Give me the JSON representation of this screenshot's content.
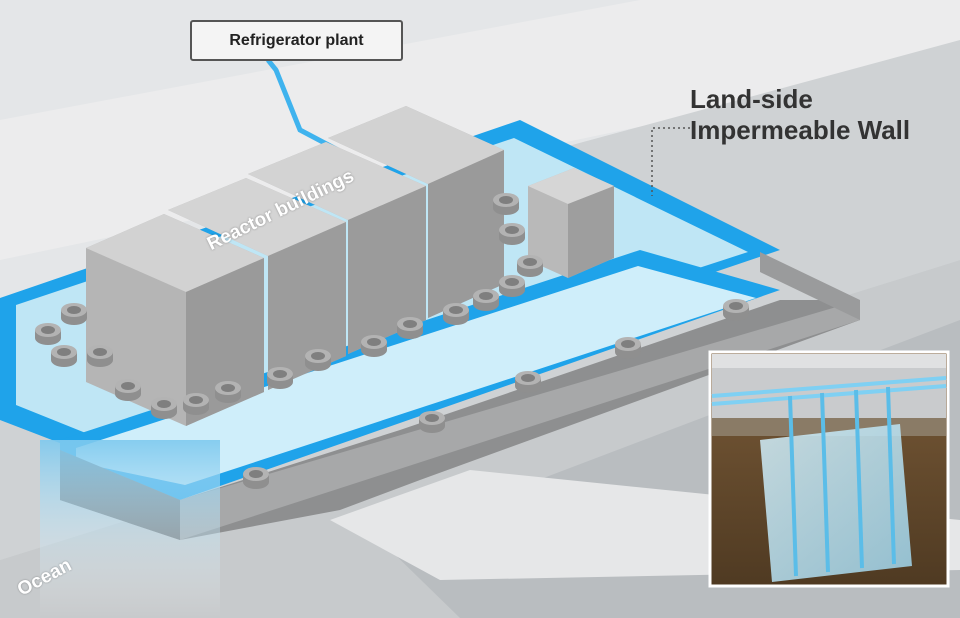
{
  "labels": {
    "refrigerator_plant": "Refrigerator plant",
    "wall_line1": "Land-side",
    "wall_line2": "Impermeable Wall",
    "reactor_buildings": "Reactor buildings",
    "ocean": "Ocean"
  },
  "colors": {
    "background": "#d9dcde",
    "wall_blue": "#1fa3ea",
    "frozen_water": "#bfe6f5",
    "building_gray": "#a9a9a9",
    "soil_brown": "#6e5333"
  },
  "icons": {
    "pipe_cap": "cylinder-pipe-icon"
  }
}
